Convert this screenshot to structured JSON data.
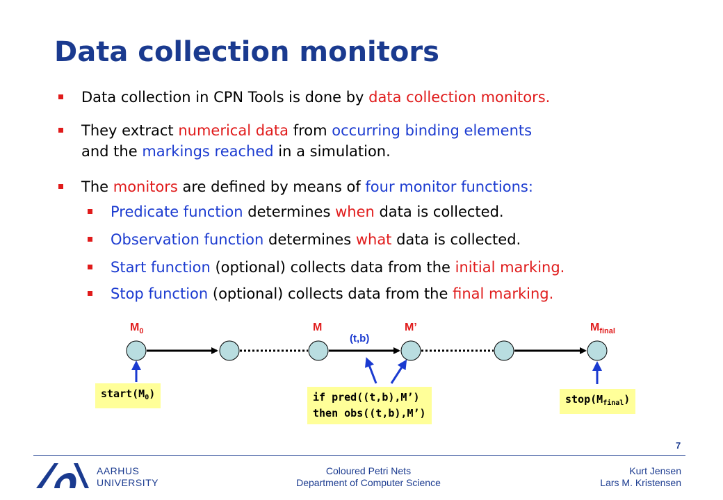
{
  "slide": {
    "title": "Data collection monitors",
    "bullets": [
      {
        "parts": [
          {
            "text": "Data collection in CPN Tools is done by ",
            "color": "black"
          },
          {
            "text": "data collection monitors.",
            "color": "red"
          }
        ]
      },
      {
        "parts": [
          {
            "text": "They extract ",
            "color": "black"
          },
          {
            "text": "numerical data",
            "color": "red"
          },
          {
            "text": " from ",
            "color": "black"
          },
          {
            "text": "occurring binding elements",
            "color": "blue"
          }
        ]
      },
      {
        "parts": [
          {
            "text": "and the ",
            "color": "black"
          },
          {
            "text": "markings reached",
            "color": "blue"
          },
          {
            "text": " in a simulation.",
            "color": "black"
          }
        ]
      },
      {
        "parts": [
          {
            "text": "The ",
            "color": "black"
          },
          {
            "text": "monitors",
            "color": "red"
          },
          {
            "text": " are defined by means of ",
            "color": "black"
          },
          {
            "text": "four monitor functions:",
            "color": "blue"
          }
        ]
      }
    ],
    "subbullets": [
      {
        "parts": [
          {
            "text": "Predicate function",
            "color": "blue"
          },
          {
            "text": " determines ",
            "color": "black"
          },
          {
            "text": "when",
            "color": "red"
          },
          {
            "text": " data is collected.",
            "color": "black"
          }
        ]
      },
      {
        "parts": [
          {
            "text": "Observation function",
            "color": "blue"
          },
          {
            "text": " determines ",
            "color": "black"
          },
          {
            "text": "what",
            "color": "red"
          },
          {
            "text": " data is collected.",
            "color": "black"
          }
        ]
      },
      {
        "parts": [
          {
            "text": "Start function",
            "color": "blue"
          },
          {
            "text": " (optional) collects data from the ",
            "color": "black"
          },
          {
            "text": "initial marking.",
            "color": "red"
          }
        ]
      },
      {
        "parts": [
          {
            "text": "Stop function",
            "color": "blue"
          },
          {
            "text": " (optional) collects data from the ",
            "color": "black"
          },
          {
            "text": "final marking.",
            "color": "red"
          }
        ]
      }
    ]
  },
  "diagram": {
    "labels": {
      "m0_main": "M",
      "m0_sub": "0",
      "m": "M",
      "mprime": "M’",
      "mfinal_main": "M",
      "mfinal_sub": "final",
      "tb": "(t,b)"
    },
    "start_box": {
      "pre": "start(M",
      "sub": "0",
      "post": ")"
    },
    "pred_box": {
      "line1": "if pred((t,b),M’)",
      "line2": "then obs((t,b),M’)"
    },
    "stop_box": {
      "pre": "stop(M",
      "sub": "final",
      "post": ")"
    }
  },
  "footer": {
    "page_number": "7",
    "university_line1": "AARHUS",
    "university_line2": "UNIVERSITY",
    "course_line1": "Coloured Petri Nets",
    "course_line2": "Department of Computer Science",
    "author1": "Kurt Jensen",
    "author2": "Lars M. Kristensen"
  },
  "colors": {
    "title": "#1a3a8f",
    "red": "#e01b1b",
    "blue": "#1a3ad0",
    "node_fill": "#b9dde0",
    "code_bg": "#ffff99"
  }
}
